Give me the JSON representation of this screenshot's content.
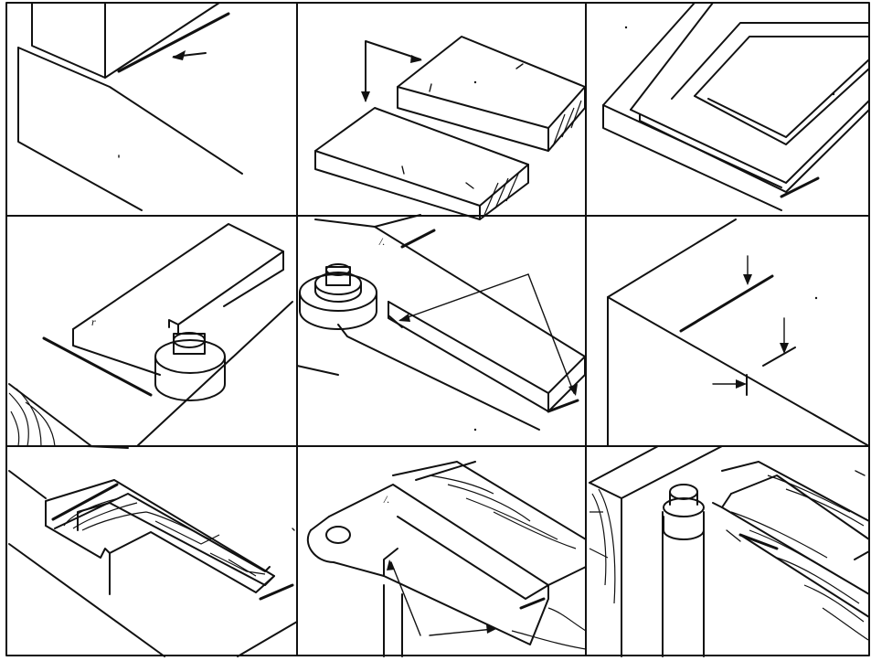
{
  "figure": {
    "grid": {
      "rows": 3,
      "columns": 3
    },
    "panels": [
      {
        "id": "r1c1",
        "icon": "block-on-board-with-arrow"
      },
      {
        "id": "r1c2",
        "icon": "two-boards-with-arrows"
      },
      {
        "id": "r1c3",
        "icon": "frame-panel"
      },
      {
        "id": "r2c1",
        "icon": "l-template-with-pin-bushing"
      },
      {
        "id": "r2c2",
        "icon": "l-template-mirrored-with-arrows"
      },
      {
        "id": "r2c3",
        "icon": "slab-with-score-lines"
      },
      {
        "id": "r3c1",
        "icon": "routed-l-recess"
      },
      {
        "id": "r3c2",
        "icon": "l-template-on-groove-stock"
      },
      {
        "id": "r3c3",
        "icon": "corner-joint-with-post"
      }
    ],
    "line_color": "#111111",
    "background": "#ffffff"
  }
}
